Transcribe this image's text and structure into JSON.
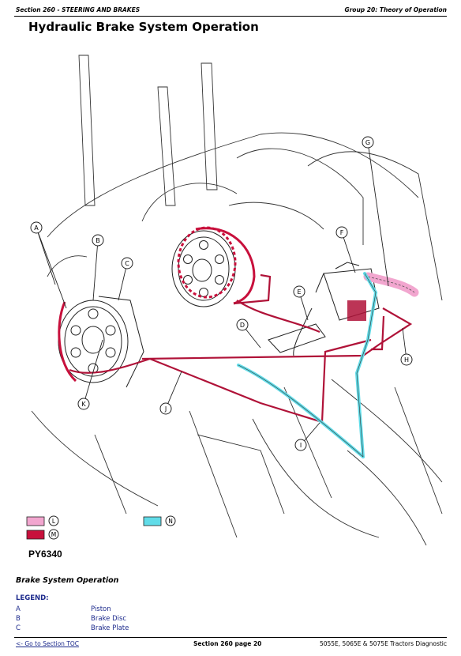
{
  "header": {
    "left": "Section 260 - STEERING AND BRAKES",
    "right": "Group 20: Theory of Operation"
  },
  "page_title": "Hydraulic Brake System Operation",
  "figure": {
    "id": "PY6340",
    "callouts": [
      "A",
      "B",
      "C",
      "D",
      "E",
      "F",
      "G",
      "H",
      "I",
      "J",
      "K"
    ],
    "key": {
      "l_label": "L",
      "l_color": "#f2a6cf",
      "m_label": "M",
      "m_color": "#c8103c",
      "n_label": "N",
      "n_color": "#61dce8"
    }
  },
  "caption": "Brake System Operation",
  "legend": {
    "title": "LEGEND:",
    "items": [
      {
        "key": "A",
        "label": "Piston"
      },
      {
        "key": "B",
        "label": "Brake Disc"
      },
      {
        "key": "C",
        "label": "Brake Plate"
      }
    ]
  },
  "footer": {
    "toc_link": "<- Go to Section TOC",
    "page": "Section 260 page 20",
    "model": "5055E, 5065E & 5075E Tractors Diagnostic"
  }
}
